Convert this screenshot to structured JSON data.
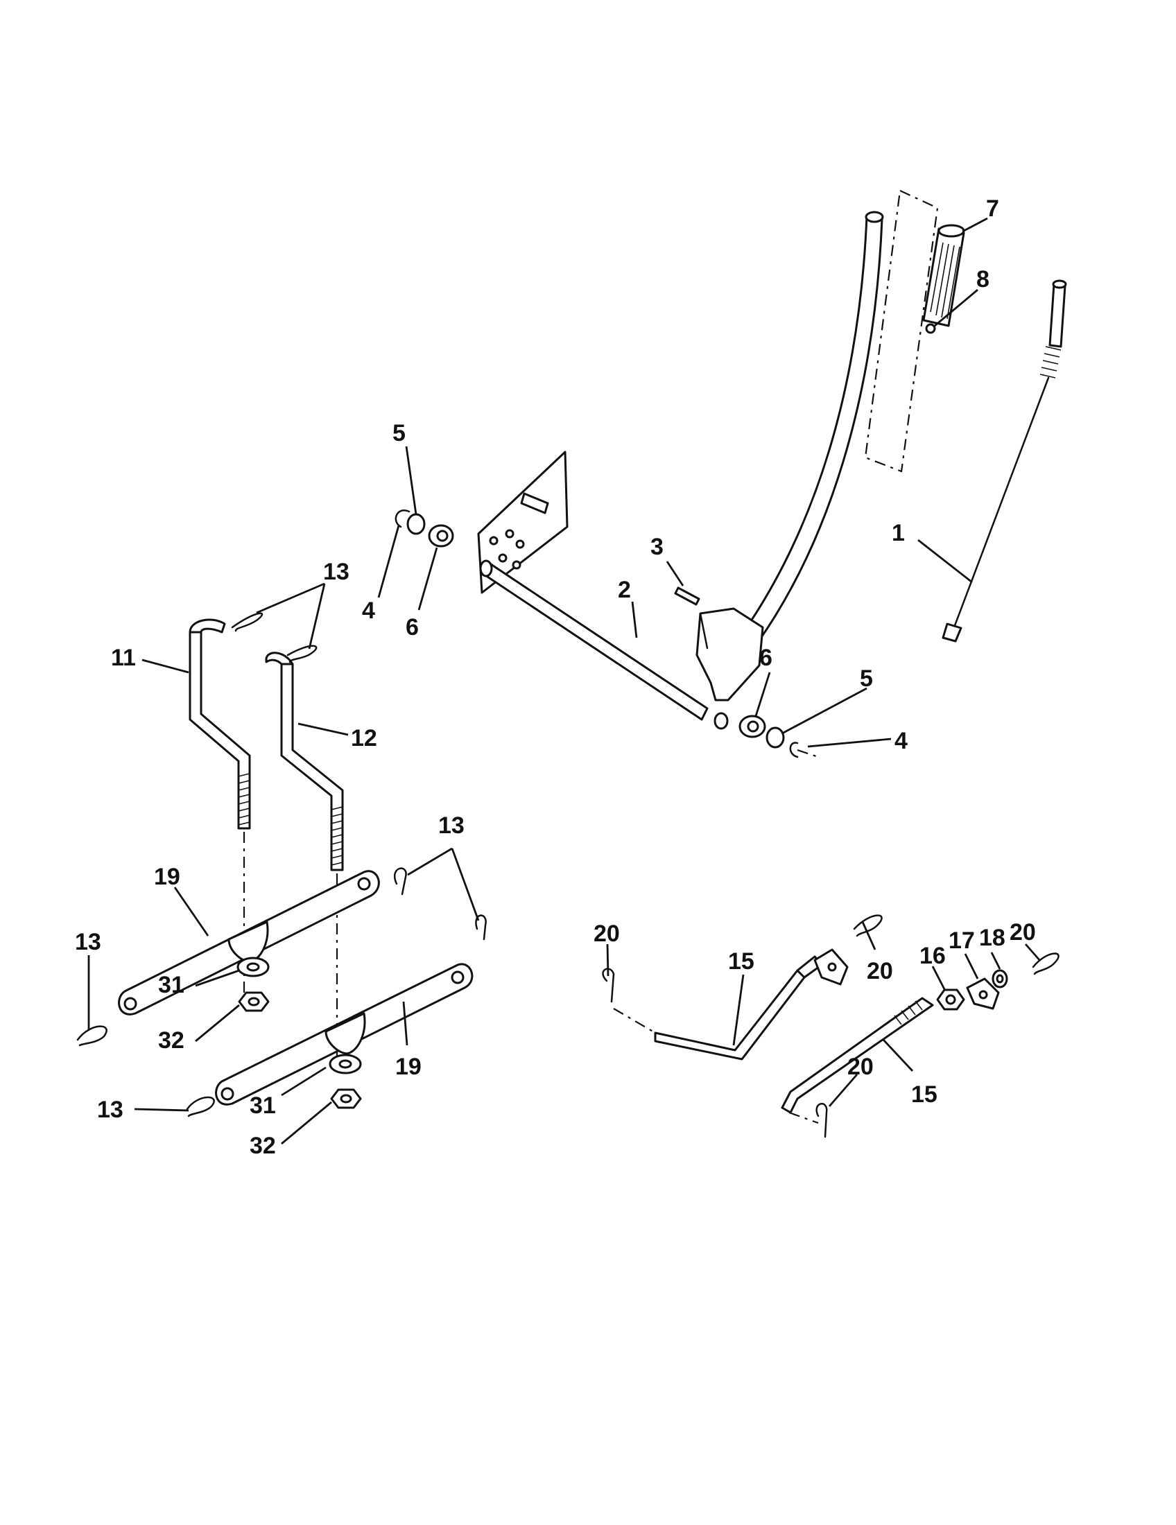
{
  "callouts": [
    {
      "id": "c1",
      "label": "1"
    },
    {
      "id": "c2",
      "label": "2"
    },
    {
      "id": "c3",
      "label": "3"
    },
    {
      "id": "c4a",
      "label": "4"
    },
    {
      "id": "c4b",
      "label": "4"
    },
    {
      "id": "c5a",
      "label": "5"
    },
    {
      "id": "c5b",
      "label": "5"
    },
    {
      "id": "c6a",
      "label": "6"
    },
    {
      "id": "c6b",
      "label": "6"
    },
    {
      "id": "c7",
      "label": "7"
    },
    {
      "id": "c8",
      "label": "8"
    },
    {
      "id": "c11",
      "label": "11"
    },
    {
      "id": "c12",
      "label": "12"
    },
    {
      "id": "c13a",
      "label": "13"
    },
    {
      "id": "c13b",
      "label": "13"
    },
    {
      "id": "c13c",
      "label": "13"
    },
    {
      "id": "c13d",
      "label": "13"
    },
    {
      "id": "c15a",
      "label": "15"
    },
    {
      "id": "c15b",
      "label": "15"
    },
    {
      "id": "c16",
      "label": "16"
    },
    {
      "id": "c17",
      "label": "17"
    },
    {
      "id": "c18",
      "label": "18"
    },
    {
      "id": "c19a",
      "label": "19"
    },
    {
      "id": "c19b",
      "label": "19"
    },
    {
      "id": "c20a",
      "label": "20"
    },
    {
      "id": "c20b",
      "label": "20"
    },
    {
      "id": "c20c",
      "label": "20"
    },
    {
      "id": "c20d",
      "label": "20"
    },
    {
      "id": "c31a",
      "label": "31"
    },
    {
      "id": "c31b",
      "label": "31"
    },
    {
      "id": "c32a",
      "label": "32"
    },
    {
      "id": "c32b",
      "label": "32"
    }
  ]
}
